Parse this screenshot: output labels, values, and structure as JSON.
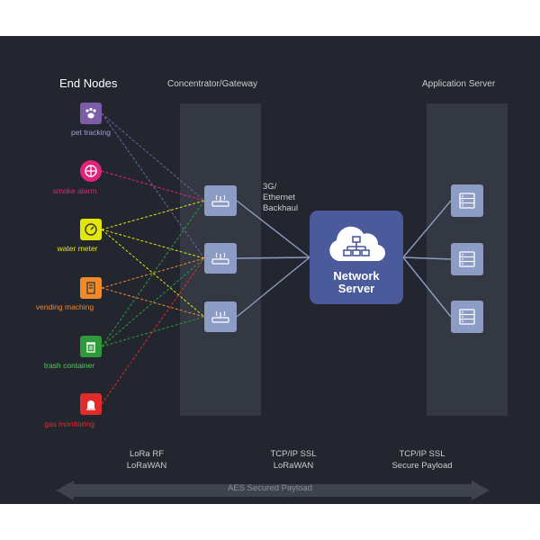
{
  "headings": {
    "end_nodes": "End Nodes",
    "gateway": "Concentrator/Gateway",
    "app_server": "Application Server"
  },
  "nodes": [
    {
      "label": "pet tracking",
      "color": "#7b5ea7",
      "label_color": "#a59bd3",
      "icon": "paw-icon"
    },
    {
      "label": "smoke alarm",
      "color": "#e0247c",
      "label_color": "#e0247c",
      "icon": "smoke-alarm-icon"
    },
    {
      "label": "water meter",
      "color": "#e3e60a",
      "label_color": "#e3e60a",
      "icon": "water-meter-icon"
    },
    {
      "label": "vending maching",
      "color": "#ef8a2a",
      "label_color": "#ef8a2a",
      "icon": "vending-machine-icon"
    },
    {
      "label": "trash container",
      "color": "#2e9b3a",
      "label_color": "#4ccf58",
      "icon": "trash-icon"
    },
    {
      "label": "gas monitoring",
      "color": "#e02b2b",
      "label_color": "#e02b2b",
      "icon": "gas-alarm-icon"
    }
  ],
  "backhaul": {
    "line1": "3G/",
    "line2": "Ethernet",
    "line3": "Backhaul"
  },
  "network_server": {
    "line1": "Network",
    "line2": "Server",
    "icon": "cloud-network-icon"
  },
  "protocols": [
    {
      "line1": "LoRa RF",
      "line2": "LoRaWAN"
    },
    {
      "line1": "TCP/IP SSL",
      "line2": "LoRaWAN"
    },
    {
      "line1": "TCP/IP SSL",
      "line2": "Secure Payload"
    }
  ],
  "arrow_label": "AES Secured Payload",
  "colors": {
    "background": "#23262e",
    "column": "#343842",
    "device": "#8d9cc4",
    "network_server": "#4a5a9a",
    "link": "#8d9cc4"
  }
}
